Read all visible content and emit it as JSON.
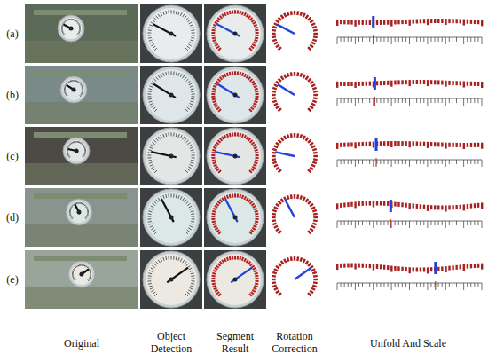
{
  "diagram": {
    "labels": [
      "(a)",
      "(b)",
      "(c)",
      "(d)",
      "(e)",
      "Original",
      "Object Detection",
      "Segment Result",
      "Rotation Correction",
      "Unfold And Scale"
    ]
  }
}
